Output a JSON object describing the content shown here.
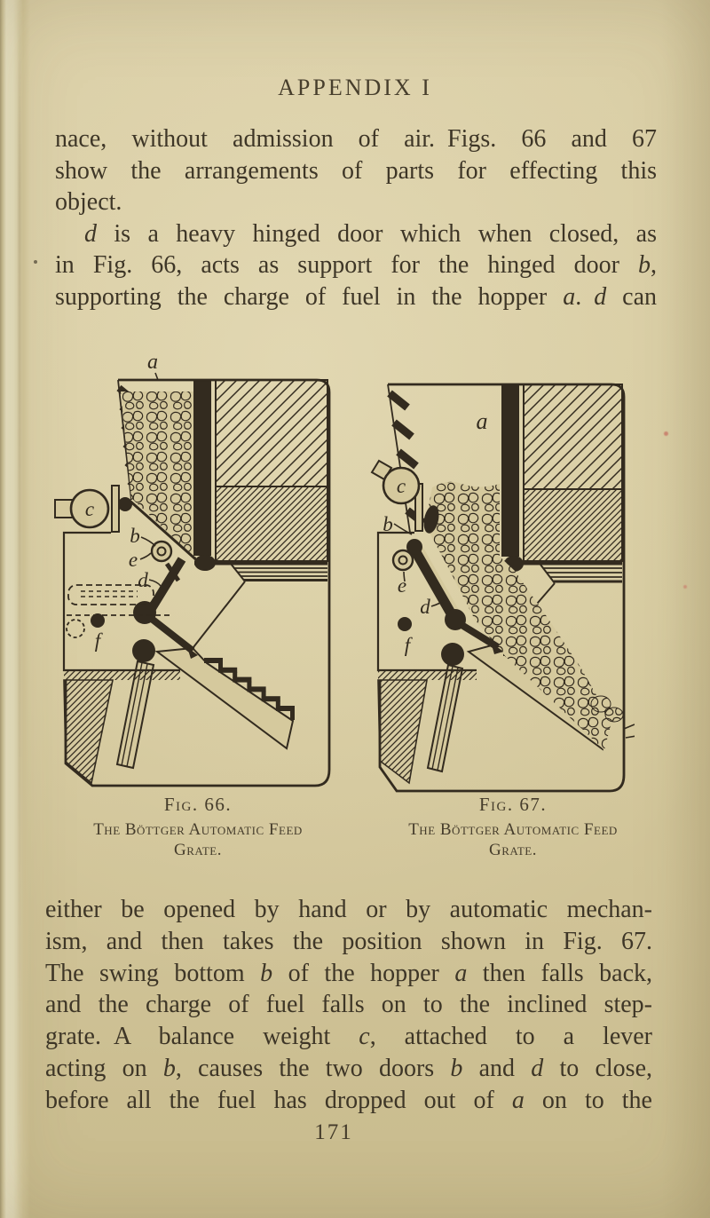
{
  "page": {
    "heading": "APPENDIX I",
    "page_number": "171",
    "colors": {
      "paper": "#d5c99d",
      "ink": "#3e3627",
      "figure_ink": "#332b1f"
    }
  },
  "text_block_top": {
    "lines": [
      {
        "segs": [
          {
            "t": "nace, without admission of air. Figs. 66 and 67",
            "i": false
          }
        ],
        "just": true
      },
      {
        "segs": [
          {
            "t": "show the arrangements of parts for effecting this",
            "i": false
          }
        ],
        "just": true
      },
      {
        "segs": [
          {
            "t": "object.",
            "i": false
          }
        ],
        "just": false
      },
      {
        "segs": [
          {
            "t": "d",
            "i": true
          },
          {
            "t": " is a heavy hinged door which when closed, as",
            "i": false
          }
        ],
        "just": true,
        "indent": true
      },
      {
        "segs": [
          {
            "t": "in Fig. 66, acts as support for the hinged door ",
            "i": false
          },
          {
            "t": "b",
            "i": true
          },
          {
            "t": ",",
            "i": false
          }
        ],
        "just": true
      },
      {
        "segs": [
          {
            "t": "supporting the charge of fuel in the hopper ",
            "i": false
          },
          {
            "t": "a",
            "i": true
          },
          {
            "t": ". ",
            "i": false
          },
          {
            "t": "d",
            "i": true
          },
          {
            "t": " can",
            "i": false
          }
        ],
        "just": true
      }
    ]
  },
  "text_block_bottom": {
    "lines": [
      {
        "segs": [
          {
            "t": "either be opened by hand or by automatic mechan-",
            "i": false
          }
        ],
        "just": true
      },
      {
        "segs": [
          {
            "t": "ism, and then takes the position shown in Fig. 67.",
            "i": false
          }
        ],
        "just": true
      },
      {
        "segs": [
          {
            "t": "The swing bottom ",
            "i": false
          },
          {
            "t": "b",
            "i": true
          },
          {
            "t": " of the hopper ",
            "i": false
          },
          {
            "t": "a",
            "i": true
          },
          {
            "t": " then falls back,",
            "i": false
          }
        ],
        "just": true
      },
      {
        "segs": [
          {
            "t": "and the charge of fuel falls on to the inclined step-",
            "i": false
          }
        ],
        "just": true
      },
      {
        "segs": [
          {
            "t": "grate. A balance weight ",
            "i": false
          },
          {
            "t": "c",
            "i": true
          },
          {
            "t": ", attached to a lever",
            "i": false
          }
        ],
        "just": true
      },
      {
        "segs": [
          {
            "t": "acting on ",
            "i": false
          },
          {
            "t": "b",
            "i": true
          },
          {
            "t": ", causes the two doors ",
            "i": false
          },
          {
            "t": "b",
            "i": true
          },
          {
            "t": " and ",
            "i": false
          },
          {
            "t": "d",
            "i": true
          },
          {
            "t": " to close,",
            "i": false
          }
        ],
        "just": true
      },
      {
        "segs": [
          {
            "t": "before all the fuel has dropped out of ",
            "i": false
          },
          {
            "t": "a",
            "i": true
          },
          {
            "t": " on to the",
            "i": false
          }
        ],
        "just": true
      }
    ]
  },
  "figures": {
    "f66": {
      "fig_label": "Fig. 66.",
      "caption_line1": "The Böttger Automatic Feed",
      "caption_line2": "Grate.",
      "labels": {
        "a": "a",
        "b": "b",
        "c": "c",
        "d": "d",
        "e": "e",
        "f": "f"
      }
    },
    "f67": {
      "fig_label": "Fig. 67.",
      "caption_line1": "The Böttger Automatic Feed",
      "caption_line2": "Grate.",
      "labels": {
        "a": "a",
        "b": "b",
        "c": "c",
        "d": "d",
        "e": "e",
        "f": "f"
      }
    }
  }
}
